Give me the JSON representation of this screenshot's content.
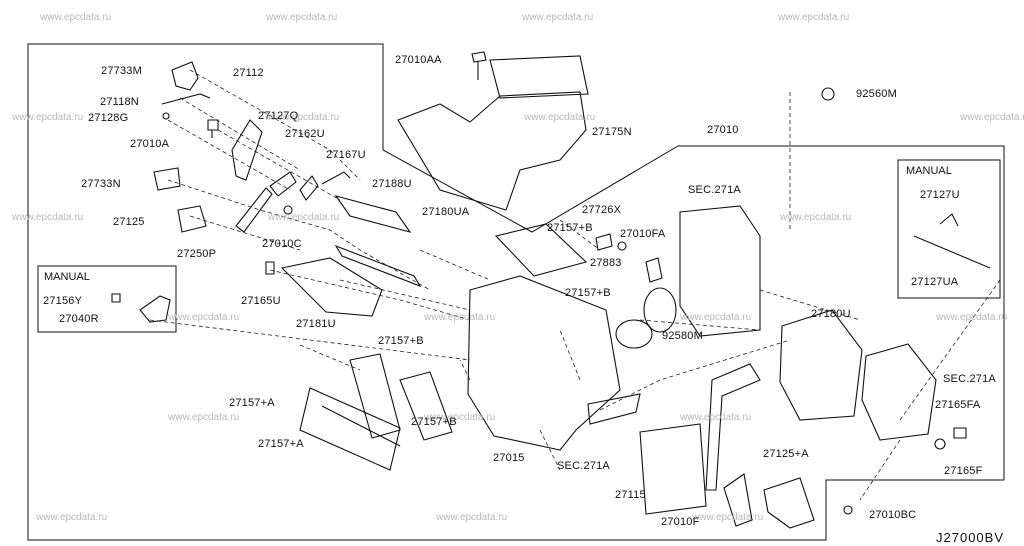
{
  "watermark": "www.epcdata.ru",
  "diagram_id": "J27000BV",
  "manual_boxes": [
    {
      "title": "MANUAL"
    },
    {
      "title": "MANUAL"
    }
  ],
  "parts": [
    "27733M",
    "27112",
    "27118N",
    "27128G",
    "27127Q",
    "27010A",
    "27162U",
    "27167U",
    "27733N",
    "27188U",
    "27125",
    "27180UA",
    "27250P",
    "27010C",
    "27165U",
    "27181U",
    "27156Y",
    "27040R",
    "27010AA",
    "27175N",
    "92560M",
    "27010",
    "SEC.271A",
    "27726X",
    "27157+B",
    "27010FA",
    "27883",
    "27157+B",
    "92580M",
    "27180U",
    "27127U",
    "27127UA",
    "SEC.271A",
    "27157+B",
    "27157+A",
    "27157+B",
    "27157+A",
    "27015",
    "SEC.271A",
    "27165FA",
    "27165F",
    "27125+A",
    "27115",
    "27010F",
    "27010BC"
  ]
}
